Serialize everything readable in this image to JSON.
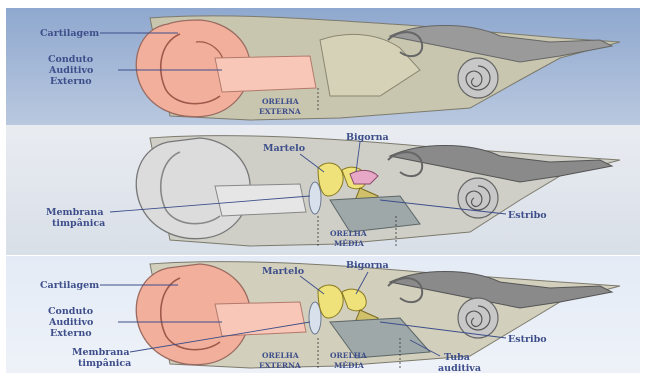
{
  "panels": [
    {
      "id": "top",
      "labels": {
        "cartilagem": "Cartilagem",
        "conduto_1": "Conduto",
        "conduto_2": "Auditivo",
        "conduto_3": "Externo",
        "orelha_externa_1": "ORELHA",
        "orelha_externa_2": "EXTERNA"
      }
    },
    {
      "id": "middle",
      "labels": {
        "martelo": "Martelo",
        "bigorna": "Bigorna",
        "membrana_1": "Membrana",
        "membrana_2": "timpânica",
        "estribo": "Estribo",
        "orelha_media_1": "ORELHA",
        "orelha_media_2": "MÉDIA"
      }
    },
    {
      "id": "bottom",
      "labels": {
        "cartilagem": "Cartilagem",
        "martelo": "Martelo",
        "bigorna": "Bigorna",
        "conduto_1": "Conduto",
        "conduto_2": "Auditivo",
        "conduto_3": "Externo",
        "membrana_1": "Membrana",
        "membrana_2": "timpânica",
        "estribo": "Estribo",
        "orelha_externa_1": "ORELHA",
        "orelha_externa_2": "EXTERNA",
        "orelha_media_1": "ORELHA",
        "orelha_media_2": "MÉDIA",
        "tuba_1": "Tuba",
        "tuba_2": "auditiva"
      }
    }
  ],
  "colors": {
    "panel_top_bg": "#a9bcd8",
    "panel_mid_bg": "#dfe4ec",
    "panel_bot_bg": "#e4eaf4",
    "skin": "#f4b7a6",
    "canal": "#f6c2b4",
    "bone": "#d9d2b6",
    "ossicle": "#efe27a",
    "incus_pink": "#e7a7c7",
    "label": "#3d4e8a"
  }
}
